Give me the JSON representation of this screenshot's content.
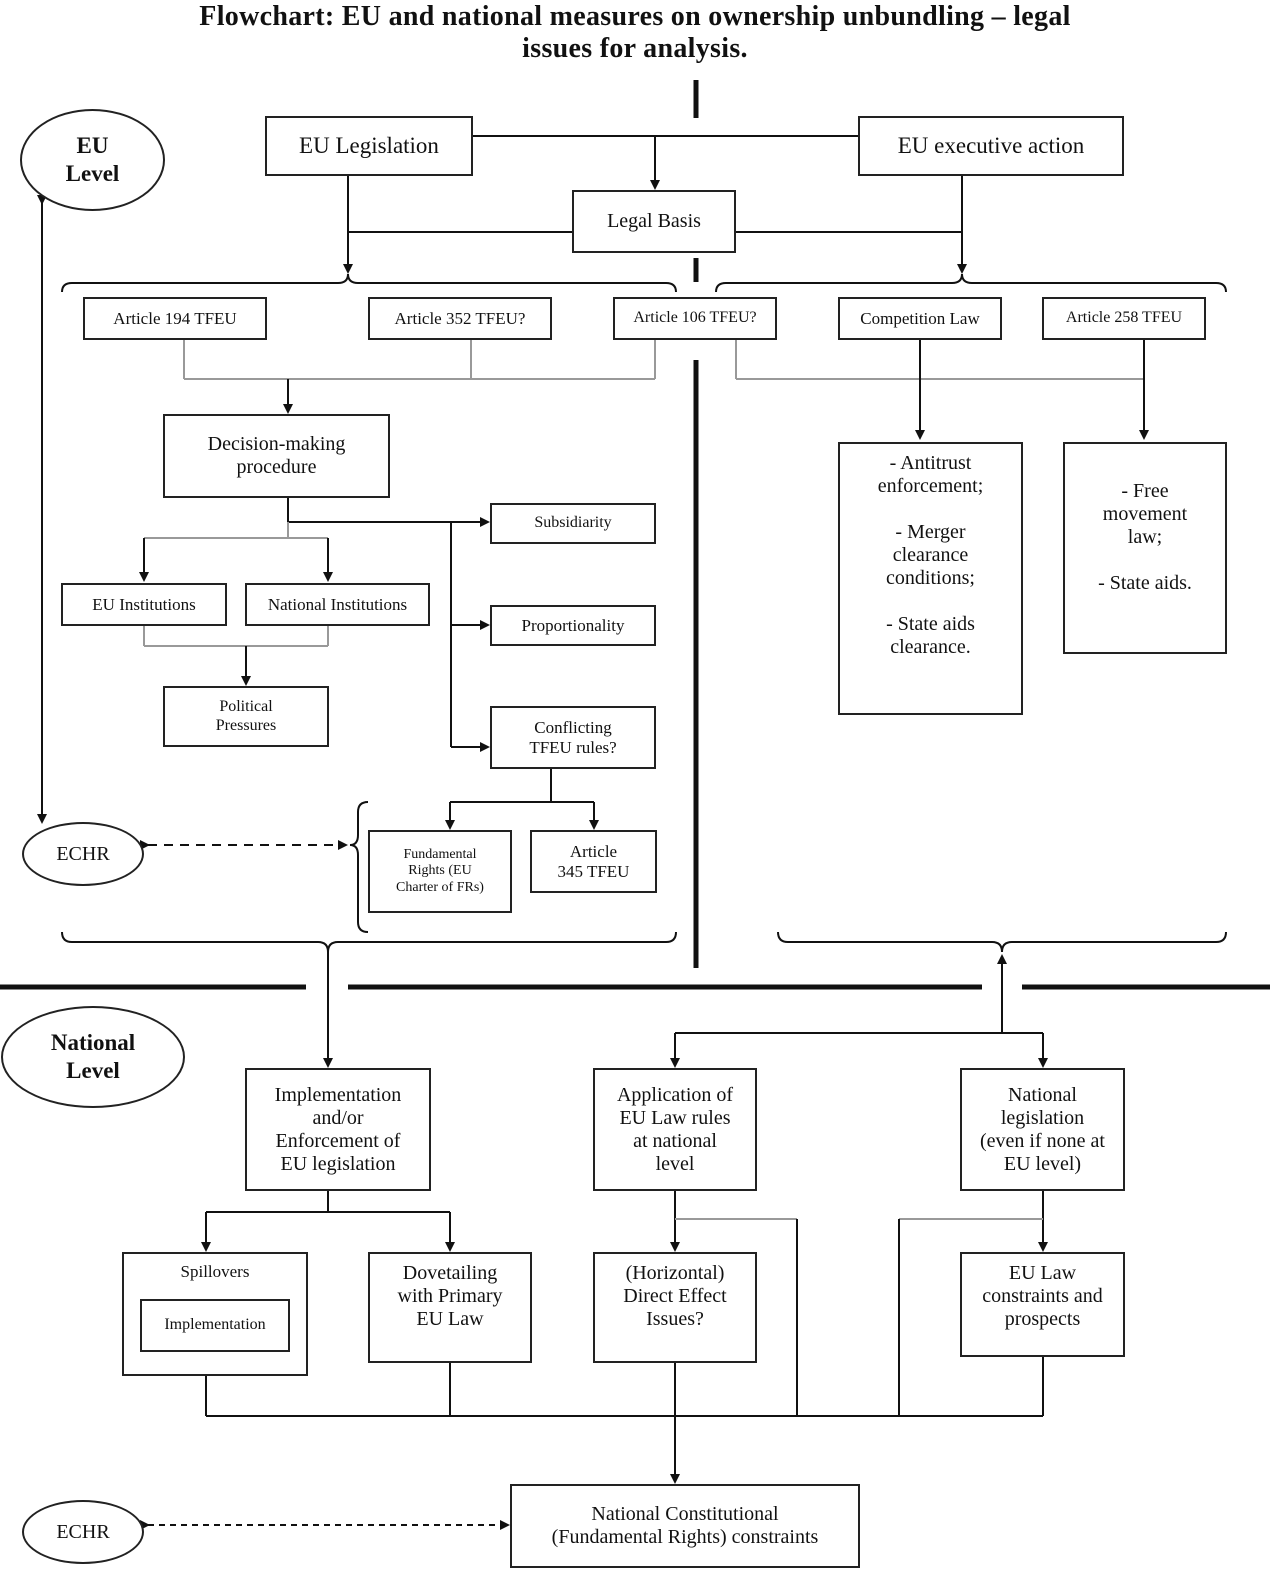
{
  "title": {
    "line1": "Flowchart: EU and national measures on ownership unbundling – legal",
    "line2": "issues for analysis."
  },
  "levels": {
    "eu": "EU\nLevel",
    "national": "National\nLevel"
  },
  "echr": {
    "top": "ECHR",
    "bottom": "ECHR"
  },
  "eu_boxes": {
    "legislation": "EU Legislation",
    "executive": "EU executive action",
    "legal_basis": "Legal Basis",
    "art194": "Article 194 TFEU",
    "art352": "Article 352 TFEU?",
    "art106": "Article 106 TFEU?",
    "competition": "Competition Law",
    "art258": "Article 258 TFEU",
    "decision": "Decision-making\nprocedure",
    "subsidiarity": "Subsidiarity",
    "proportionality": "Proportionality",
    "conflicting": "Conflicting\nTFEU rules?",
    "eu_institutions": "EU Institutions",
    "national_institutions": "National Institutions",
    "political": "Political\nPressures",
    "fundamental": "Fundamental\nRights (EU\nCharter of FRs)",
    "art345": "Article\n345 TFEU",
    "antitrust": "- Antitrust\nenforcement;\n\n- Merger\nclearance\nconditions;\n\n- State aids\nclearance.",
    "free_movement": "- Free\nmovement\nlaw;\n\n- State aids."
  },
  "national_boxes": {
    "implementation": "Implementation\nand/or\nEnforcement of\nEU legislation",
    "application": "Application of\nEU Law rules\nat national\nlevel",
    "national_legislation": "National\nlegislation\n(even if none at\nEU level)",
    "spillovers": "Spillovers",
    "spillovers_inner": "Implementation",
    "dovetailing": "Dovetailing\nwith Primary\nEU Law",
    "direct_effect": "(Horizontal)\nDirect Effect\nIssues?",
    "constraints": "EU Law\nconstraints and\nprospects",
    "constitutional": "National Constitutional\n(Fundamental Rights) constraints"
  }
}
